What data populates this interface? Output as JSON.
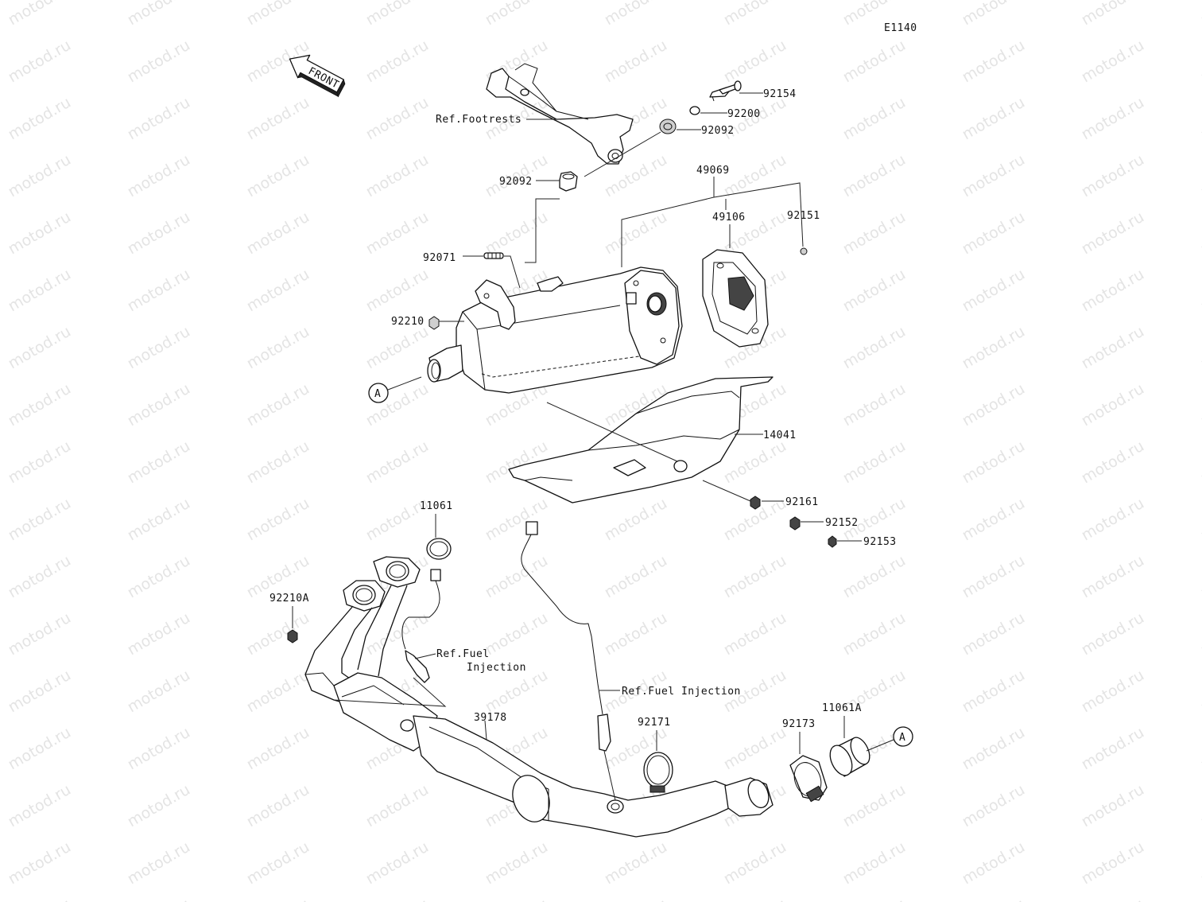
{
  "diagram_code": "E1140",
  "front_arrow_label": "FRONT",
  "watermark_text": "motod.ru",
  "callouts": {
    "c92154": "92154",
    "c92200": "92200",
    "c92092_top": "92092",
    "ref_footrests": "Ref.Footrests",
    "c92092_left": "92092",
    "c49069": "49069",
    "c49106": "49106",
    "c92151": "92151",
    "c92071": "92071",
    "c92210": "92210",
    "ref_a_left": "A",
    "c14041": "14041",
    "c92161": "92161",
    "c92152": "92152",
    "c92153": "92153",
    "c11061": "11061",
    "c92210a": "92210A",
    "ref_fuel_injection_1a": "Ref.Fuel",
    "ref_fuel_injection_1b": "Injection",
    "ref_fuel_injection_2": "Ref.Fuel Injection",
    "c39178": "39178",
    "c92171": "92171",
    "c92173": "92173",
    "c11061a": "11061A",
    "ref_a_right": "A"
  }
}
